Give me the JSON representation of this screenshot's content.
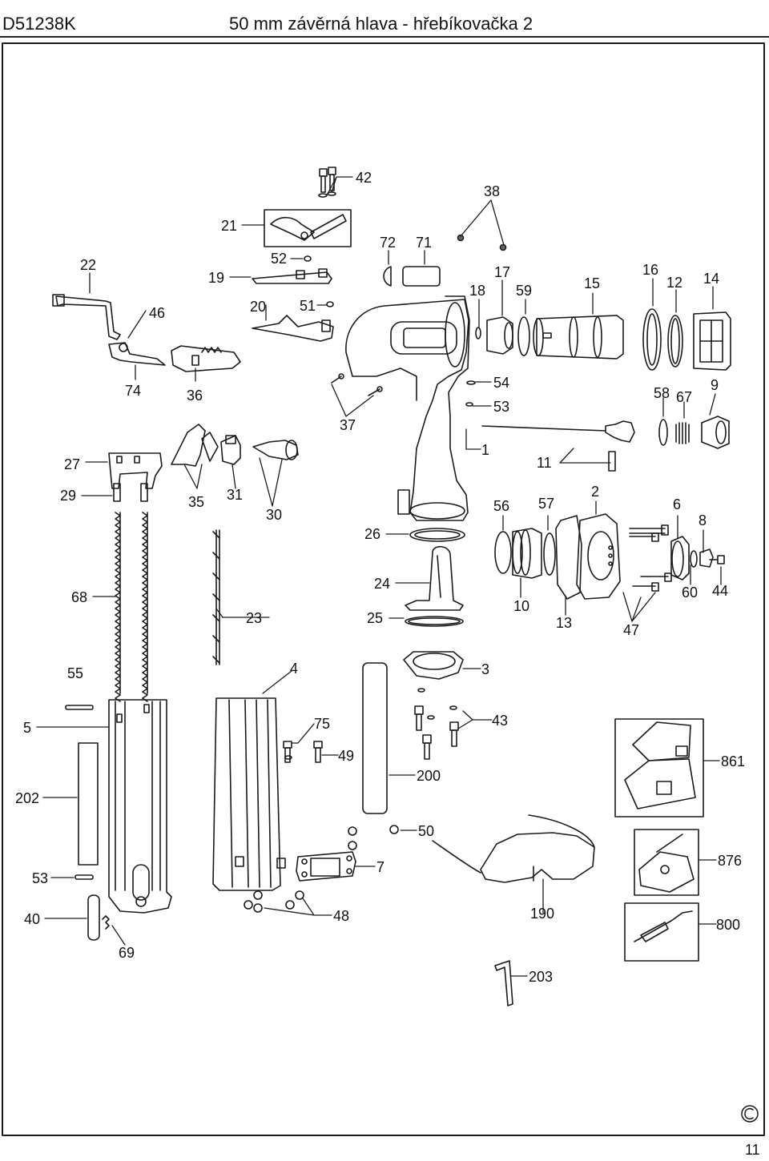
{
  "header": {
    "model_code": "D51238K",
    "title": "50 mm závěrná hlava - hřebíkovačka 2"
  },
  "copyright_symbol": "©",
  "page_number": "11",
  "callouts": {
    "p42": "42",
    "p38": "38",
    "p21": "21",
    "p72": "72",
    "p71": "71",
    "p22": "22",
    "p52": "52",
    "p19": "19",
    "p17": "17",
    "p18": "18",
    "p59": "59",
    "p15": "15",
    "p16": "16",
    "p12": "12",
    "p14": "14",
    "p20": "20",
    "p51": "51",
    "p46": "46",
    "p74": "74",
    "p36": "36",
    "p54": "54",
    "p53a": "53",
    "p58": "58",
    "p67": "67",
    "p9": "9",
    "p37": "37",
    "p1": "1",
    "p27": "27",
    "p11": "11",
    "p29": "29",
    "p35": "35",
    "p31": "31",
    "p30": "30",
    "p56": "56",
    "p57": "57",
    "p2": "2",
    "p6": "6",
    "p8": "8",
    "p26": "26",
    "p68": "68",
    "p24": "24",
    "p60": "60",
    "p44": "44",
    "p10": "10",
    "p23": "23",
    "p25": "25",
    "p13": "13",
    "p47": "47",
    "p55": "55",
    "p4": "4",
    "p3": "3",
    "p5": "5",
    "p75": "75",
    "p43": "43",
    "p49": "49",
    "p861": "861",
    "p200": "200",
    "p202": "202",
    "p50": "50",
    "p876": "876",
    "p7": "7",
    "p53b": "53",
    "p40": "40",
    "p48": "48",
    "p190": "190",
    "p800": "800",
    "p69": "69",
    "p203": "203"
  }
}
